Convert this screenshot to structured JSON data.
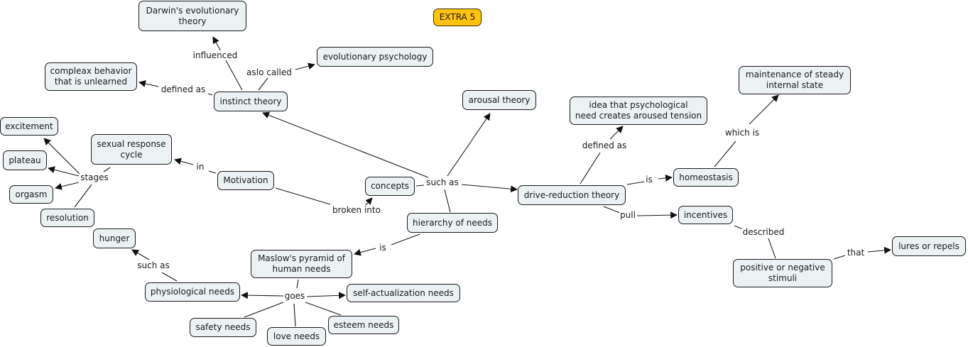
{
  "map": {
    "nodes": {
      "extra": {
        "label": "EXTRA 5",
        "color": "#ffc20e"
      },
      "darwin": {
        "label": "Darwin's evolutionary\ntheory"
      },
      "evo_psych": {
        "label": "evolutionary psychology"
      },
      "complex": {
        "label": "compleax behavior\nthat is unlearned"
      },
      "instinct": {
        "label": "instinct theory"
      },
      "arousal": {
        "label": "arousal theory"
      },
      "idea": {
        "label": "idea that psychological\nneed creates aroused tension"
      },
      "maintenance": {
        "label": "maintenance of steady\ninternal state"
      },
      "excitement": {
        "label": "excitement"
      },
      "plateau": {
        "label": "plateau"
      },
      "orgasm": {
        "label": "orgasm"
      },
      "resolution": {
        "label": "resolution"
      },
      "sexual": {
        "label": "sexual response\ncycle"
      },
      "motivation": {
        "label": "Motivation"
      },
      "concepts": {
        "label": "concepts"
      },
      "drive": {
        "label": "drive-reduction theory"
      },
      "homeostasis": {
        "label": "homeostasis"
      },
      "hierarchy": {
        "label": "hierarchy of needs"
      },
      "incentives": {
        "label": "incentives"
      },
      "hunger": {
        "label": "hunger"
      },
      "maslow": {
        "label": "Maslow's pyramid of\nhuman needs"
      },
      "physiological": {
        "label": "physiological needs"
      },
      "self_act": {
        "label": "self-actualization needs"
      },
      "safety": {
        "label": "safety needs"
      },
      "love": {
        "label": "love needs"
      },
      "esteem": {
        "label": "esteem needs"
      },
      "positive": {
        "label": "positive or negative\nstimuli"
      },
      "lures": {
        "label": "lures or repels"
      }
    },
    "links": {
      "influenced": "influenced",
      "aslo_called": "aslo called",
      "defined_as_1": "defined as",
      "in": "in",
      "stages": "stages",
      "broken_into": "broken into",
      "such_as_1": "such as",
      "defined_as_2": "defined as",
      "which_is": "which is",
      "is_1": "is",
      "pull": "pull",
      "is_2": "is",
      "described": "described",
      "that": "that",
      "such_as_2": "such as",
      "goes": "goes"
    },
    "colors": {
      "node_fill": "#ecf2f4",
      "node_border": "#1a1a1a",
      "accent": "#ffc20e",
      "line": "#1a1a1a"
    }
  }
}
